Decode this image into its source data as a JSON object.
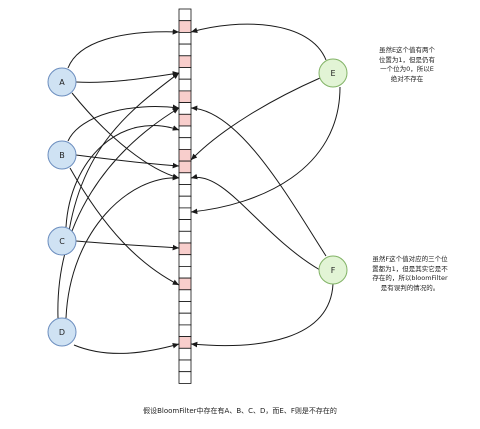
{
  "bits": [
    0,
    1,
    0,
    0,
    1,
    0,
    0,
    1,
    0,
    1,
    0,
    0,
    1,
    1,
    0,
    0,
    0,
    0,
    0,
    0,
    1,
    0,
    0,
    1,
    0,
    0,
    0,
    0,
    1,
    0,
    0,
    0
  ],
  "nodes": [
    {
      "id": "A",
      "label": "A",
      "fill": "#cfe2f3",
      "stroke": "#6c8ebf"
    },
    {
      "id": "B",
      "label": "B",
      "fill": "#cfe2f3",
      "stroke": "#6c8ebf"
    },
    {
      "id": "C",
      "label": "C",
      "fill": "#cfe2f3",
      "stroke": "#6c8ebf"
    },
    {
      "id": "D",
      "label": "D",
      "fill": "#cfe2f3",
      "stroke": "#6c8ebf"
    },
    {
      "id": "E",
      "label": "E",
      "fill": "#e2f4d5",
      "stroke": "#82b366"
    },
    {
      "id": "F",
      "label": "F",
      "fill": "#e2f4d5",
      "stroke": "#82b366"
    }
  ],
  "notes": {
    "e_note": "虽然E这个值有两个\n位置为1，但是仍有\n一个位为0，所以E\n绝对不存在",
    "f_note": "虽然F这个值对应的三个位\n置都为1，但是其实它是不\n存在的，所以bloomFilter\n是有误判的情况的。"
  },
  "caption": "假设BloomFilter中存在有A、B、C、D，而E、F则是不存在的",
  "colors": {
    "bit_on": "#f8cecc",
    "bit_off": "#ffffff",
    "arrow": "#1a1a1a"
  }
}
